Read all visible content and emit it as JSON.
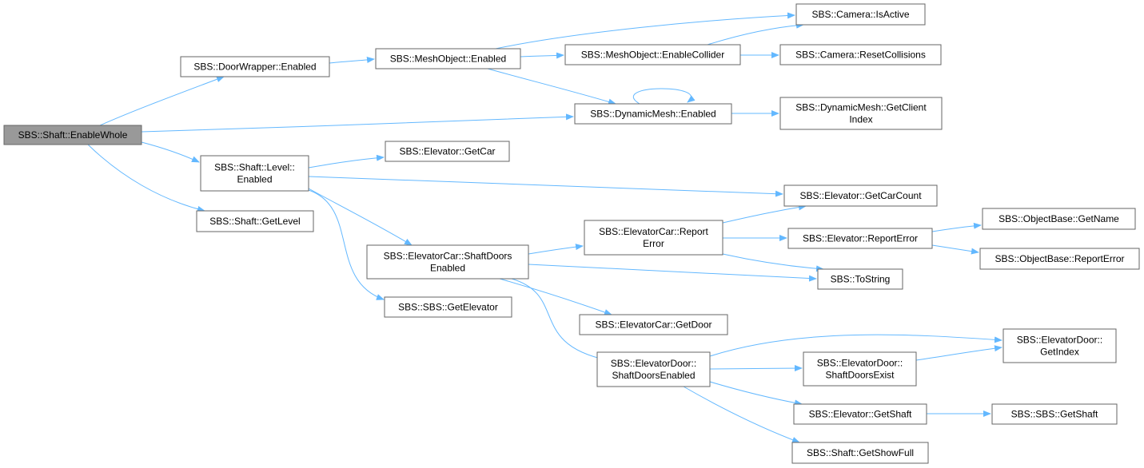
{
  "diagram": {
    "nodes": {
      "shaft_enablewhole": {
        "lines": [
          "SBS::Shaft::EnableWhole"
        ],
        "root": true
      },
      "doorwrapper_enabled": {
        "lines": [
          "SBS::DoorWrapper::Enabled"
        ]
      },
      "shaft_level_enabled": {
        "lines": [
          "SBS::Shaft::Level::",
          "Enabled"
        ]
      },
      "shaft_getlevel": {
        "lines": [
          "SBS::Shaft::GetLevel"
        ]
      },
      "meshobject_enabled": {
        "lines": [
          "SBS::MeshObject::Enabled"
        ]
      },
      "elevator_getcar": {
        "lines": [
          "SBS::Elevator::GetCar"
        ]
      },
      "elevatorcar_shaftdoorsenabled": {
        "lines": [
          "SBS::ElevatorCar::ShaftDoors",
          "Enabled"
        ]
      },
      "sbs_getelevator": {
        "lines": [
          "SBS::SBS::GetElevator"
        ]
      },
      "meshobject_enablecollider": {
        "lines": [
          "SBS::MeshObject::EnableCollider"
        ]
      },
      "dynamicmesh_enabled": {
        "lines": [
          "SBS::DynamicMesh::Enabled"
        ]
      },
      "elevatorcar_reporterror": {
        "lines": [
          "SBS::ElevatorCar::Report",
          "Error"
        ]
      },
      "elevatorcar_getdoor": {
        "lines": [
          "SBS::ElevatorCar::GetDoor"
        ]
      },
      "elevatordoor_shaftdoorsenabled": {
        "lines": [
          "SBS::ElevatorDoor::",
          "ShaftDoorsEnabled"
        ]
      },
      "camera_isactive": {
        "lines": [
          "SBS::Camera::IsActive"
        ]
      },
      "camera_resetcollisions": {
        "lines": [
          "SBS::Camera::ResetCollisions"
        ]
      },
      "dynamicmesh_getclientindex": {
        "lines": [
          "SBS::DynamicMesh::GetClient",
          "Index"
        ]
      },
      "elevator_getcarcount": {
        "lines": [
          "SBS::Elevator::GetCarCount"
        ]
      },
      "elevator_reporterror": {
        "lines": [
          "SBS::Elevator::ReportError"
        ]
      },
      "tostring": {
        "lines": [
          "SBS::ToString"
        ]
      },
      "elevatordoor_shaftdoorsexist": {
        "lines": [
          "SBS::ElevatorDoor::",
          "ShaftDoorsExist"
        ]
      },
      "elevator_getshaft": {
        "lines": [
          "SBS::Elevator::GetShaft"
        ]
      },
      "shaft_getshowfull": {
        "lines": [
          "SBS::Shaft::GetShowFull"
        ]
      },
      "objectbase_getname": {
        "lines": [
          "SBS::ObjectBase::GetName"
        ]
      },
      "objectbase_reporterror": {
        "lines": [
          "SBS::ObjectBase::ReportError"
        ]
      },
      "elevatordoor_getindex": {
        "lines": [
          "SBS::ElevatorDoor::",
          "GetIndex"
        ]
      },
      "sbs_getshaft": {
        "lines": [
          "SBS::SBS::GetShaft"
        ]
      }
    },
    "edges": [
      [
        "shaft_enablewhole",
        "doorwrapper_enabled"
      ],
      [
        "shaft_enablewhole",
        "dynamicmesh_enabled"
      ],
      [
        "shaft_enablewhole",
        "shaft_level_enabled"
      ],
      [
        "shaft_enablewhole",
        "shaft_getlevel"
      ],
      [
        "doorwrapper_enabled",
        "meshobject_enabled"
      ],
      [
        "meshobject_enabled",
        "camera_isactive"
      ],
      [
        "meshobject_enabled",
        "meshobject_enablecollider"
      ],
      [
        "meshobject_enabled",
        "dynamicmesh_enabled"
      ],
      [
        "meshobject_enablecollider",
        "camera_isactive"
      ],
      [
        "meshobject_enablecollider",
        "camera_resetcollisions"
      ],
      [
        "dynamicmesh_enabled",
        "dynamicmesh_enabled"
      ],
      [
        "dynamicmesh_enabled",
        "dynamicmesh_getclientindex"
      ],
      [
        "shaft_level_enabled",
        "elevator_getcar"
      ],
      [
        "shaft_level_enabled",
        "elevator_getcarcount"
      ],
      [
        "shaft_level_enabled",
        "elevatorcar_shaftdoorsenabled"
      ],
      [
        "shaft_level_enabled",
        "sbs_getelevator"
      ],
      [
        "elevatorcar_shaftdoorsenabled",
        "elevatorcar_reporterror"
      ],
      [
        "elevatorcar_shaftdoorsenabled",
        "tostring"
      ],
      [
        "elevatorcar_shaftdoorsenabled",
        "elevatorcar_getdoor"
      ],
      [
        "elevatorcar_shaftdoorsenabled",
        "elevatordoor_shaftdoorsenabled"
      ],
      [
        "elevatorcar_reporterror",
        "elevator_getcarcount"
      ],
      [
        "elevatorcar_reporterror",
        "elevator_reporterror"
      ],
      [
        "elevatorcar_reporterror",
        "tostring"
      ],
      [
        "elevator_reporterror",
        "objectbase_getname"
      ],
      [
        "elevator_reporterror",
        "objectbase_reporterror"
      ],
      [
        "elevatordoor_shaftdoorsenabled",
        "elevatordoor_getindex"
      ],
      [
        "elevatordoor_shaftdoorsenabled",
        "elevatordoor_shaftdoorsexist"
      ],
      [
        "elevatordoor_shaftdoorsenabled",
        "elevator_getshaft"
      ],
      [
        "elevatordoor_shaftdoorsenabled",
        "shaft_getshowfull"
      ],
      [
        "elevatordoor_shaftdoorsexist",
        "elevatordoor_getindex"
      ],
      [
        "elevator_getshaft",
        "sbs_getshaft"
      ]
    ],
    "colors": {
      "edge": "#63b8ff",
      "node_border": "#666666",
      "node_fill": "#ffffff",
      "root_fill": "#999999",
      "text": "#000000"
    }
  }
}
